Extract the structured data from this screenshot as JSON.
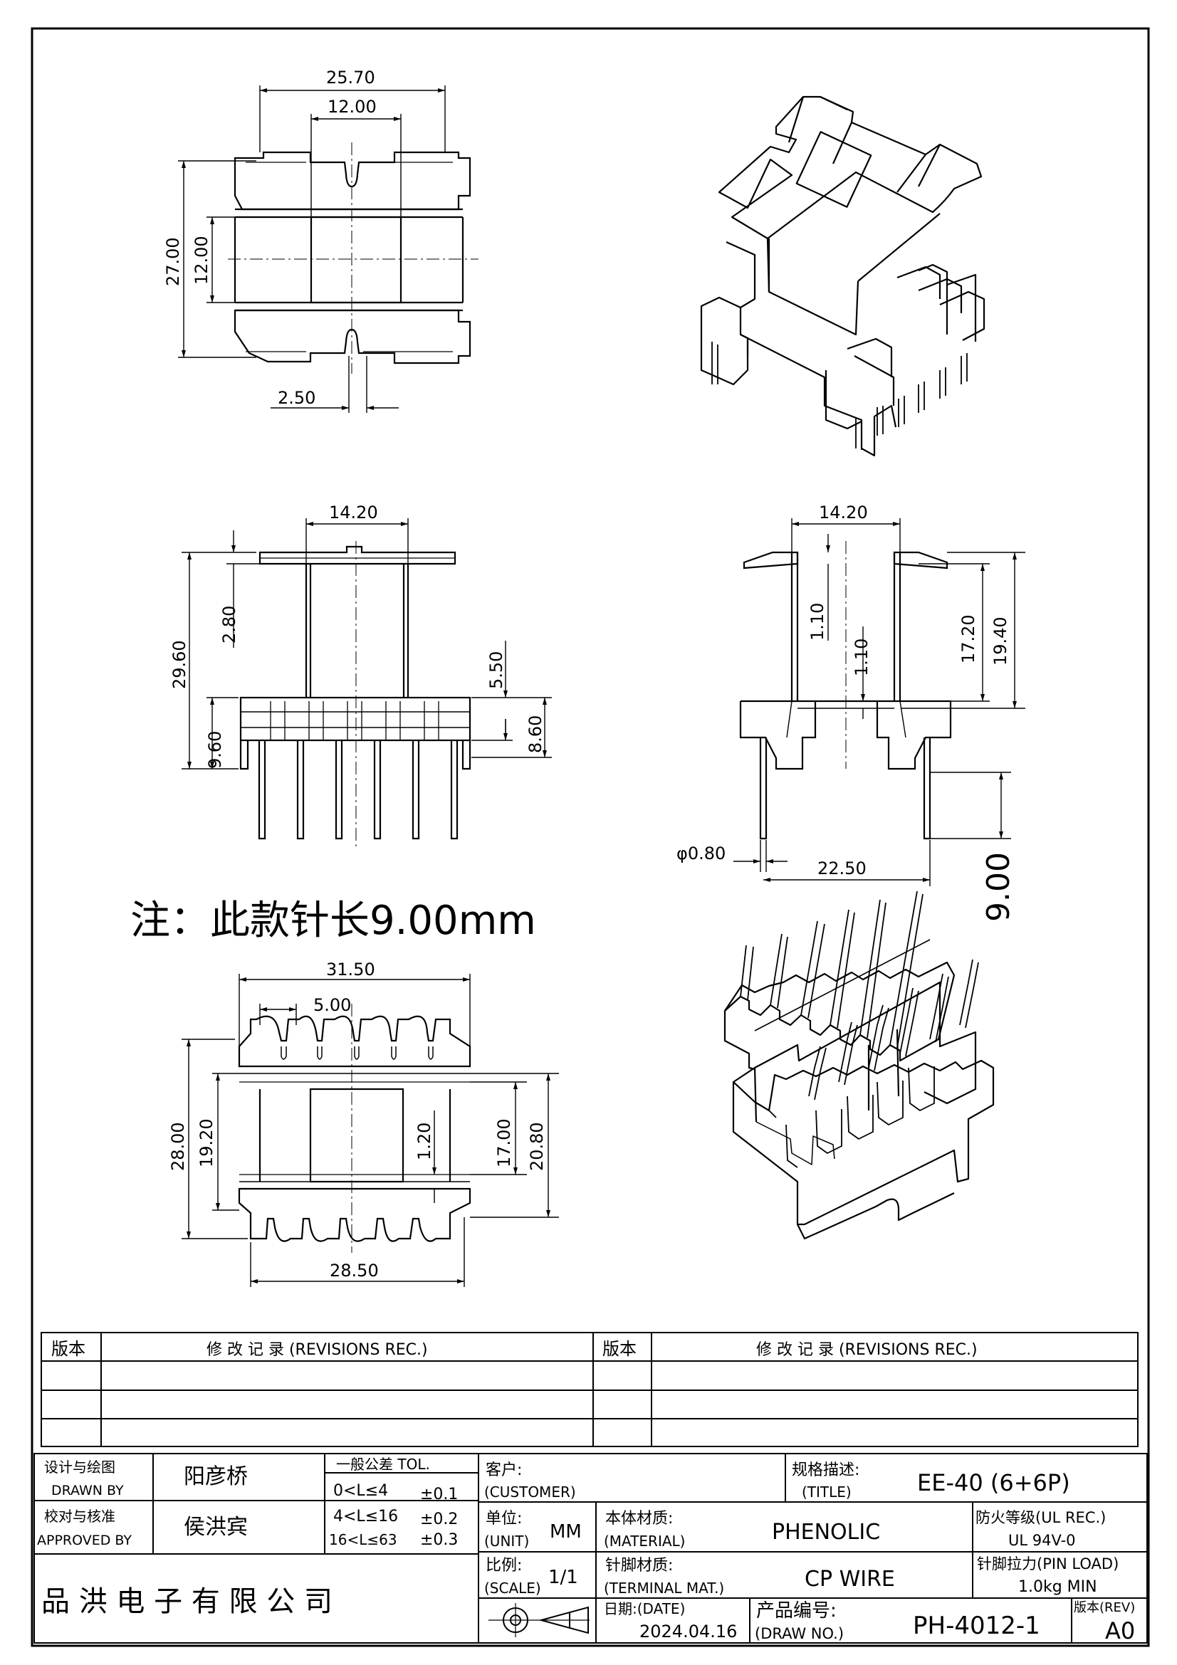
{
  "dims": {
    "top_width": "25.70",
    "top_inner": "12.00",
    "top_height": "27.00",
    "top_inner_h": "12.00",
    "top_slot": "2.50",
    "front_width": "14.20",
    "front_top": "2.80",
    "front_total": "29.60",
    "front_base": "9.60",
    "front_pin_gap": "5.50",
    "front_base_h": "8.60",
    "side_width": "14.20",
    "side_wall_a": "1.10",
    "side_wall_b": "1.10",
    "side_h1": "17.20",
    "side_h2": "19.40",
    "pin_dia": "φ0.80",
    "pin_span": "22.50",
    "pin_len": "9.00",
    "bot_width": "31.50",
    "bot_pitch": "5.00",
    "bot_height": "28.00",
    "bot_inner": "19.20",
    "bot_wall": "1.20",
    "bot_h1": "17.00",
    "bot_h2": "20.80",
    "bot_base": "28.50"
  },
  "note": "注：此款针长9.00mm",
  "revisions": {
    "version_label": "版本",
    "record_label": "修 改 记 录  (REVISIONS REC.)",
    "version_label_2": "版本",
    "record_label_2": "修 改 记 录  (REVISIONS REC.)"
  },
  "title_block": {
    "drawn_label_cn": "设计与绘图",
    "drawn_label_en": "DRAWN BY",
    "drawn_name": "阳彦桥",
    "approved_label_cn": "校对与核准",
    "approved_label_en": "APPROVED BY",
    "approved_name": "侯洪宾",
    "tol_label": "一般公差 TOL.",
    "tol_rows": [
      {
        "range": "0<L≤4",
        "value": "±0.1"
      },
      {
        "range": "4<L≤16",
        "value": "±0.2"
      },
      {
        "range": "16<L≤63",
        "value": "±0.3"
      }
    ],
    "company": "品 洪 电 子 有 限 公 司",
    "customer_label_cn": "客户:",
    "customer_label_en": "(CUSTOMER)",
    "unit_label_cn": "单位:",
    "unit_label_en": "(UNIT)",
    "unit_value": "MM",
    "scale_label_cn": "比例:",
    "scale_label_en": "(SCALE)",
    "scale_value": "1/1",
    "material_label_cn": "本体材质:",
    "material_label_en": "(MATERIAL)",
    "material_value": "PHENOLIC",
    "terminal_label_cn": "针脚材质:",
    "terminal_label_en": "(TERMINAL MAT.)",
    "terminal_value": "CP WIRE",
    "date_label": "日期:(DATE)",
    "date_value": "2024.04.16",
    "title_label_cn": "规格描述:",
    "title_label_en": "(TITLE)",
    "title_value": "EE-40 (6+6P)",
    "ul_label": "防火等级(UL REC.)",
    "ul_value": "UL 94V-0",
    "pinload_label": "针脚拉力(PIN LOAD)",
    "pinload_value": "1.0kg MIN",
    "drawno_label_cn": "产品编号:",
    "drawno_label_en": "(DRAW NO.)",
    "drawno_value": "PH-4012-1",
    "rev_label": "版本(REV)",
    "rev_value": "A0"
  }
}
